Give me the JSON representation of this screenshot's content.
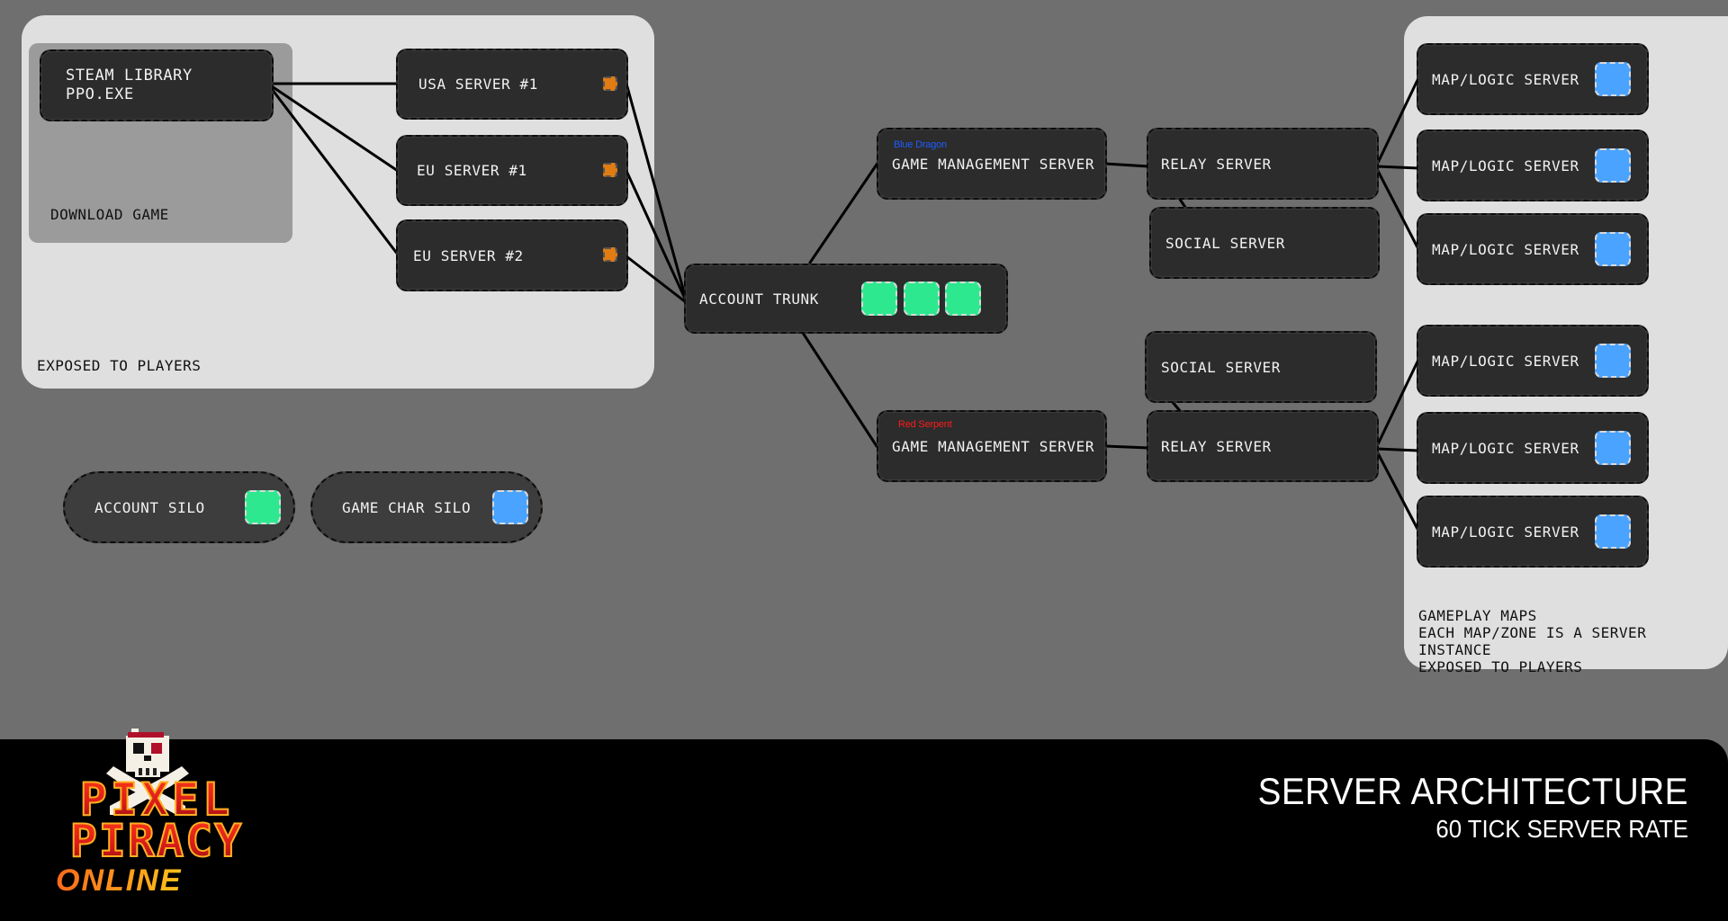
{
  "panels": {
    "exposed_caption": "EXPOSED TO PLAYERS",
    "download_caption": "DOWNLOAD GAME",
    "gameplay_caption": "GAMEPLAY MAPS\nEACH MAP/ZONE IS A SERVER INSTANCE\nEXPOSED TO PLAYERS"
  },
  "steam": {
    "line1": "STEAM LIBRARY",
    "line2": "PPO.EXE"
  },
  "regions": [
    {
      "label": "USA SERVER #1"
    },
    {
      "label": "EU SERVER #1"
    },
    {
      "label": "EU SERVER #2"
    }
  ],
  "trunk": {
    "label": "ACCOUNT TRUNK"
  },
  "worlds": [
    {
      "tag": "Blue Dragon",
      "tag_color": "#1e5cff",
      "gms_label": "GAME MANAGEMENT SERVER",
      "relay_label": "RELAY SERVER",
      "social_label": "SOCIAL SERVER"
    },
    {
      "tag": "Red Serpent",
      "tag_color": "#ff1a1a",
      "gms_label": "GAME MANAGEMENT SERVER",
      "relay_label": "RELAY SERVER",
      "social_label": "SOCIAL SERVER"
    }
  ],
  "maps": [
    {
      "label": "MAP/LOGIC SERVER"
    },
    {
      "label": "MAP/LOGIC SERVER"
    },
    {
      "label": "MAP/LOGIC SERVER"
    },
    {
      "label": "MAP/LOGIC SERVER"
    },
    {
      "label": "MAP/LOGIC SERVER"
    },
    {
      "label": "MAP/LOGIC SERVER"
    }
  ],
  "silos": [
    {
      "label": "ACCOUNT SILO",
      "color": "#2ee88f"
    },
    {
      "label": "GAME CHAR SILO",
      "color": "#4aa3ff"
    }
  ],
  "colors": {
    "account": "#2ee88f",
    "character": "#4aa3ff",
    "region": "#e07c12"
  },
  "footer": {
    "title": "SERVER ARCHITECTURE",
    "subtitle": "60 TICK SERVER RATE",
    "logo_line1": "PIXEL",
    "logo_line2": "PIRACY",
    "logo_line3": "ONLINE"
  }
}
